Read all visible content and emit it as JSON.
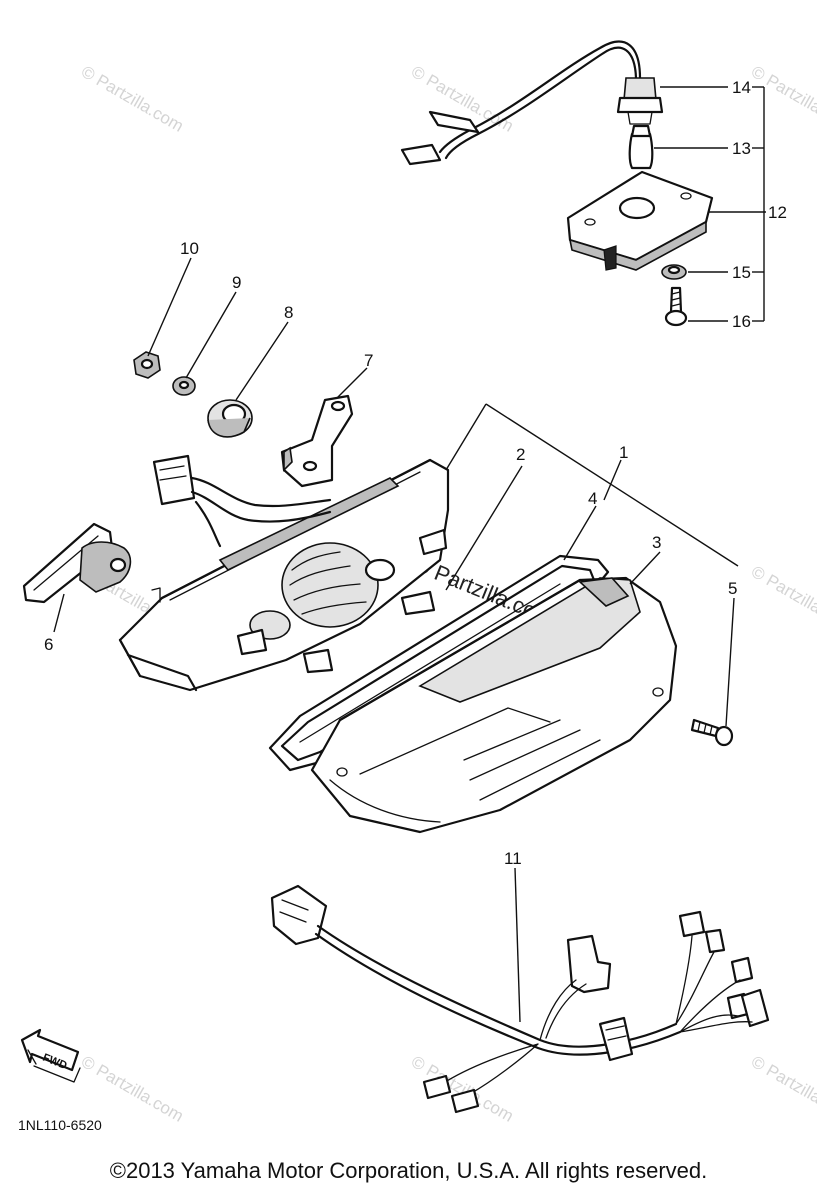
{
  "diagram_code": "1NL110-6520",
  "copyright": "©2013 Yamaha Motor Corporation, U.S.A. All rights reserved.",
  "forward_label": "FWD",
  "watermark": "© Partzilla.com",
  "callouts": [
    "1",
    "2",
    "3",
    "4",
    "5",
    "6",
    "7",
    "8",
    "9",
    "10",
    "11",
    "12",
    "13",
    "14",
    "15",
    "16"
  ]
}
